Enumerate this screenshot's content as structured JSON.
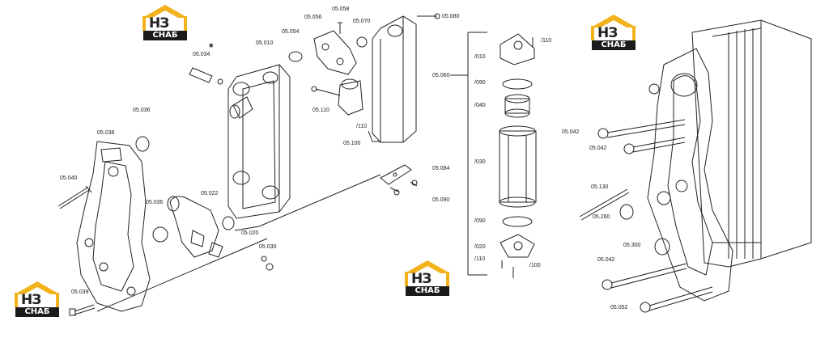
{
  "logo": {
    "top": "НЗ",
    "bottom": "СНАБ"
  },
  "asterisk": "*",
  "labels": {
    "l05034": "05.034",
    "l05010": "05.010",
    "l05054": "05.054",
    "l05056": "05.056",
    "l05058": "05.058",
    "l05070": "05.070",
    "l05080": "05.080",
    "l05036a": "05.036",
    "l05038": "05.038",
    "l05040": "05.040",
    "l05036b": "05.036",
    "l05022": "05.022",
    "l05020": "05.020",
    "l05030": "05.030",
    "l05039": "05.039",
    "l05110": "05.110",
    "l110a": "/110",
    "l05100": "05.100",
    "l05060": "05.060",
    "l05084": "05.084",
    "l05090": "05.090",
    "s110b": "/110",
    "s010": "/010",
    "s090a": "/090",
    "s040": "/040",
    "s030": "/030",
    "s090b": "/090",
    "s020": "/020",
    "s110c": "/110",
    "s100": "/100",
    "l05042a": "05.042",
    "l05042b": "05.042",
    "l05130": "05.130",
    "l05260": "05.260",
    "l05300": "05.300",
    "l05042c": "05.042",
    "l05052": "05.052"
  }
}
